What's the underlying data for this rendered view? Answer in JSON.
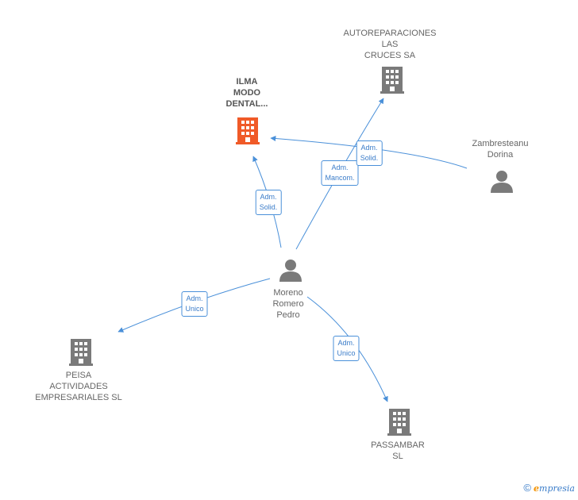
{
  "nodes": {
    "ilma": {
      "label": "ILMA\nMODO\nDENTAL...",
      "type": "company",
      "color": "#f05a28",
      "focus": true
    },
    "autoreparaciones": {
      "label": "AUTOREPARACIONES\nLAS\nCRUCES SA",
      "type": "company",
      "color": "#7a7a7a"
    },
    "zambresteanu": {
      "label": "Zambresteanu\nDorina",
      "type": "person",
      "color": "#7a7a7a"
    },
    "moreno": {
      "label": "Moreno\nRomero\nPedro",
      "type": "person",
      "color": "#7a7a7a"
    },
    "peisa": {
      "label": "PEISA\nACTIVIDADES\nEMPRESARIALES SL",
      "type": "company",
      "color": "#7a7a7a"
    },
    "passambar": {
      "label": "PASSAMBAR\nSL",
      "type": "company",
      "color": "#7a7a7a"
    }
  },
  "edges": [
    {
      "id": "e1",
      "label": "Adm.\nSolid."
    },
    {
      "id": "e2",
      "label": "Adm.\nMancom."
    },
    {
      "id": "e3",
      "label": "Adm.\nSolid."
    },
    {
      "id": "e4",
      "label": "Adm.\nUnico"
    },
    {
      "id": "e5",
      "label": "Adm.\nUnico"
    }
  ],
  "footer": {
    "copyright_symbol": "©",
    "brand_first": "e",
    "brand_rest": "mpresia"
  },
  "colors": {
    "edge": "#4a90d9",
    "label_border": "#4a90d9"
  }
}
